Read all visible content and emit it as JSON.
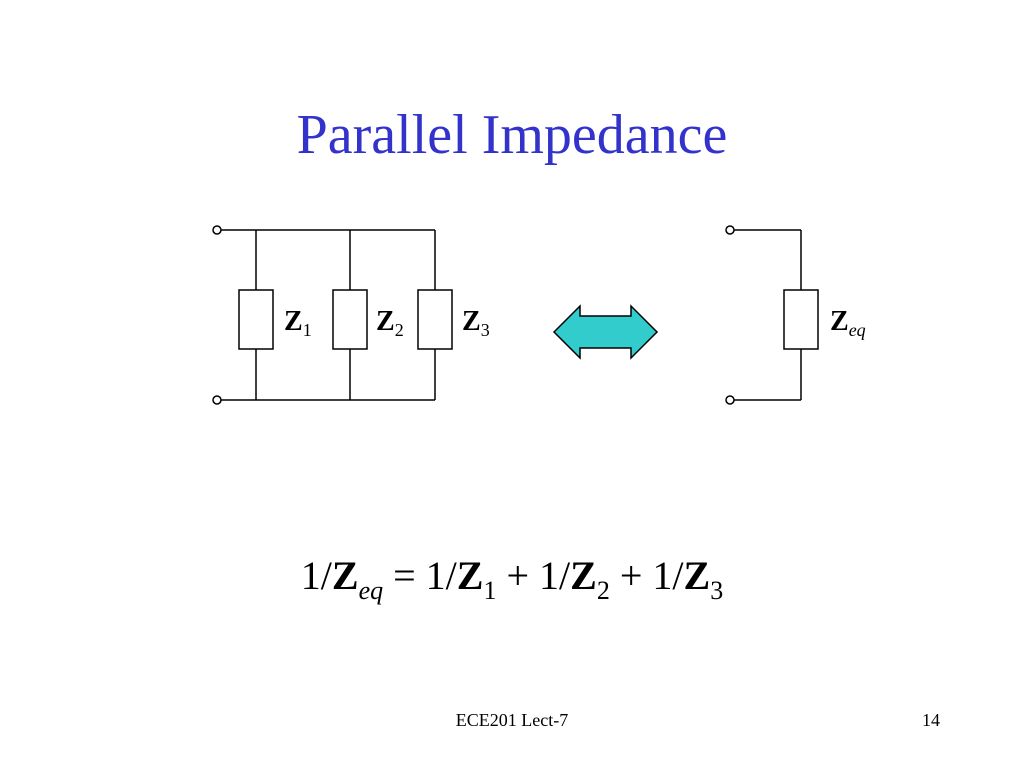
{
  "slide": {
    "title": "Parallel Impedance",
    "footer_left": "ECE201 Lect-7",
    "page_number": "14"
  },
  "circuit_left": {
    "label_symbol": "Z",
    "impedances": [
      {
        "subscript": "1"
      },
      {
        "subscript": "2"
      },
      {
        "subscript": "3"
      }
    ]
  },
  "circuit_right": {
    "label_symbol": "Z",
    "label_subscript": "eq"
  },
  "equivalence_arrow": {
    "fill_color": "#33cccc"
  },
  "formula": {
    "one_over": "1/",
    "symbol": "Z",
    "lhs_subscript": "eq",
    "equals": " = ",
    "plus": " + ",
    "terms": [
      "1",
      "2",
      "3"
    ]
  }
}
